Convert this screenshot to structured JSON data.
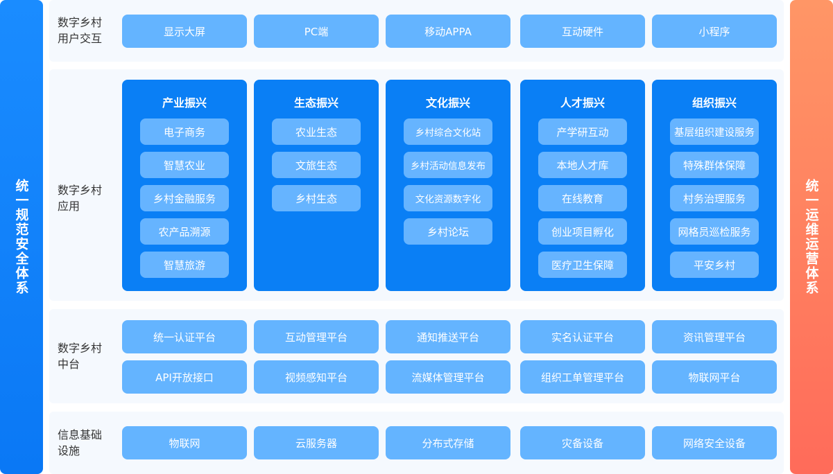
{
  "left_bar": {
    "label": "统一规范安全体系",
    "color": "#0a78f5"
  },
  "right_bar": {
    "label": "统一运维运营体系",
    "color": "#ff6b5a"
  },
  "rows": {
    "interaction": {
      "label": "数字乡村\n用户交互",
      "items": [
        "显示大屏",
        "PC端",
        "移动APPA",
        "互动硬件",
        "小程序"
      ]
    },
    "application": {
      "label": "数字乡村\n应用",
      "columns": [
        {
          "title": "产业振兴",
          "items": [
            "电子商务",
            "智慧农业",
            "乡村金融服务",
            "农产品溯源",
            "智慧旅游"
          ]
        },
        {
          "title": "生态振兴",
          "items": [
            "农业生态",
            "文旅生态",
            "乡村生态"
          ]
        },
        {
          "title": "文化振兴",
          "items": [
            "乡村综合文化站",
            "乡村活动信息发布",
            "文化资源数字化",
            "乡村论坛"
          ]
        },
        {
          "title": "人才振兴",
          "items": [
            "产学研互动",
            "本地人才库",
            "在线教育",
            "创业项目孵化",
            "医疗卫生保障"
          ]
        },
        {
          "title": "组织振兴",
          "items": [
            "基层组织建设服务",
            "特殊群体保障",
            "村务治理服务",
            "网格员巡检服务",
            "平安乡村"
          ]
        }
      ]
    },
    "middle": {
      "label": "数字乡村\n中台",
      "items_row1": [
        "统一认证平台",
        "互动管理平台",
        "通知推送平台",
        "实名认证平台",
        "资讯管理平台"
      ],
      "items_row2": [
        "API开放接口",
        "视频感知平台",
        "流媒体管理平台",
        "组织工单管理平台",
        "物联网平台"
      ]
    },
    "infrastructure": {
      "label": "信息基础\n设施",
      "items": [
        "物联网",
        "云服务器",
        "分布式存储",
        "灾备设备",
        "网络安全设备"
      ]
    }
  },
  "colors": {
    "panel_bg": "#f5f9fe",
    "pill": "#64b4ff",
    "app_card": "#0a7ff5",
    "app_item": "#66b4ff"
  }
}
